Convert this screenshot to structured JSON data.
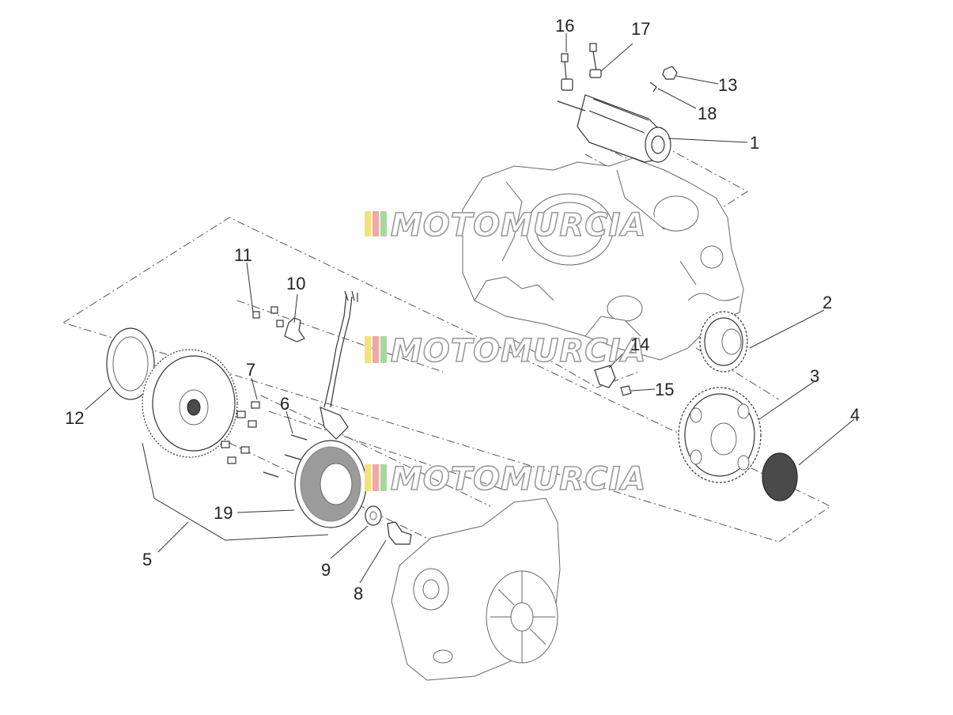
{
  "diagram": {
    "callouts": [
      {
        "id": "1",
        "text": "1"
      },
      {
        "id": "2",
        "text": "2"
      },
      {
        "id": "3",
        "text": "3"
      },
      {
        "id": "4",
        "text": "4"
      },
      {
        "id": "5",
        "text": "5"
      },
      {
        "id": "6",
        "text": "6"
      },
      {
        "id": "7",
        "text": "7"
      },
      {
        "id": "8",
        "text": "8"
      },
      {
        "id": "9",
        "text": "9"
      },
      {
        "id": "10",
        "text": "10"
      },
      {
        "id": "11",
        "text": "11"
      },
      {
        "id": "12",
        "text": "12"
      },
      {
        "id": "13",
        "text": "13"
      },
      {
        "id": "14",
        "text": "14"
      },
      {
        "id": "15",
        "text": "15"
      },
      {
        "id": "16",
        "text": "16"
      },
      {
        "id": "17",
        "text": "17"
      },
      {
        "id": "18",
        "text": "18"
      },
      {
        "id": "19",
        "text": "19"
      }
    ],
    "watermark": {
      "text": "MOTOMURCIA",
      "stripe_colors": [
        "#f3e27a",
        "#f2a6a6",
        "#a8d8a0"
      ]
    }
  }
}
